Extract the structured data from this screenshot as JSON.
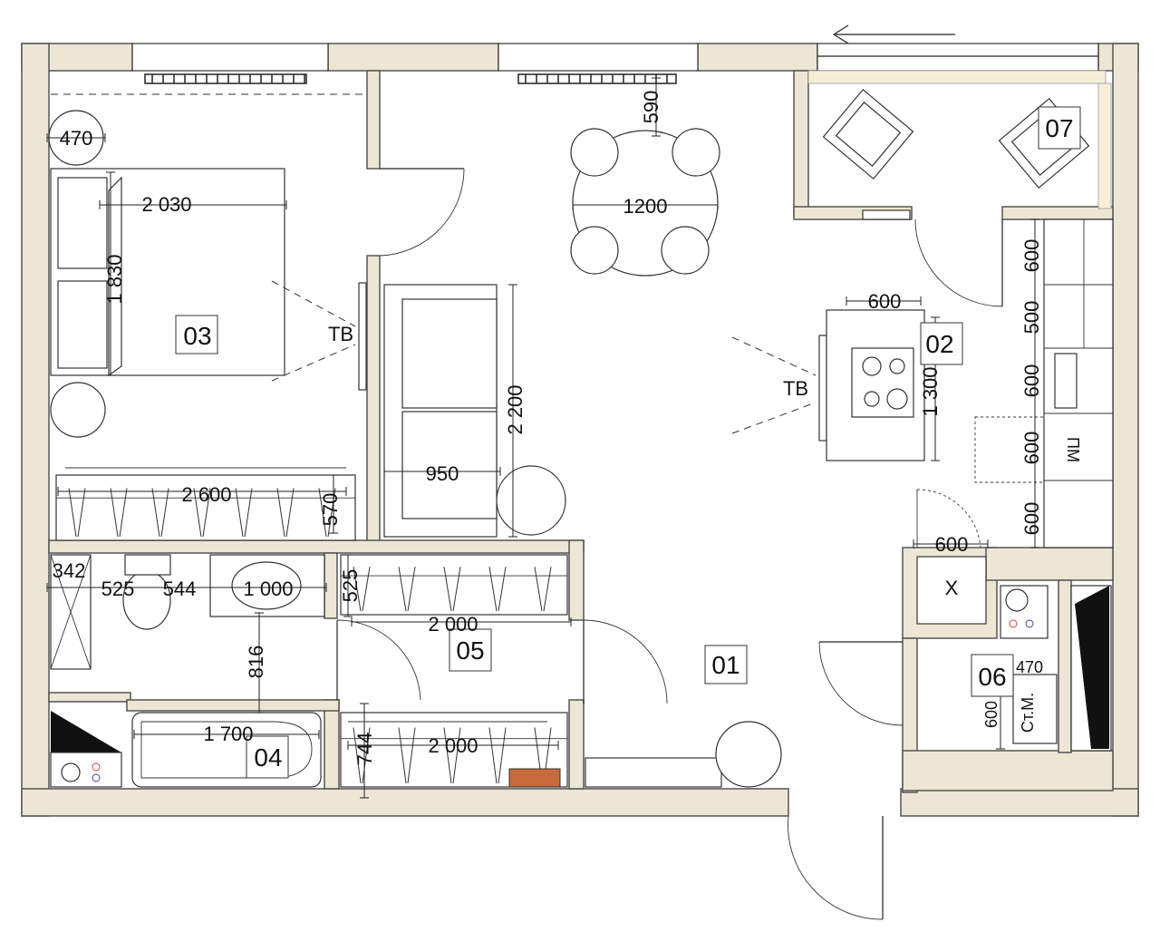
{
  "rooms": [
    {
      "id": "01"
    },
    {
      "id": "02"
    },
    {
      "id": "03"
    },
    {
      "id": "04"
    },
    {
      "id": "05"
    },
    {
      "id": "06"
    },
    {
      "id": "07"
    }
  ],
  "labels": {
    "tv_bedroom": "ТВ",
    "tv_living": "ТВ",
    "dishwasher": "ПМ",
    "washing_machine": "Ст.М.",
    "hood": "X"
  },
  "dimensions": {
    "lamp_bedroom": "470",
    "bed_width": "2 030",
    "bed_length": "1 830",
    "wardrobe_bedroom_length": "2 600",
    "wardrobe_bedroom_depth": "570",
    "sofa_length": "2 200",
    "sofa_depth": "950",
    "table_diameter": "1200",
    "table_to_window": "590",
    "island_width": "600",
    "island_length": "1 300",
    "kitchen_600_a": "600",
    "kitchen_500": "500",
    "kitchen_600_b": "600",
    "kitchen_600_c": "600",
    "kitchen_600_d": "600",
    "fridge_width": "600",
    "bath_342": "342",
    "bath_525": "525",
    "bath_544": "544",
    "sink_1000": "1 000",
    "bath_816": "816",
    "bathtub_1700": "1 700",
    "wardrobe_hall_depth": "525",
    "wardrobe_hall_length": "2 000",
    "wardrobe_hall2_length": "2 000",
    "wardrobe_hall2_depth": "744",
    "laundry_470": "470",
    "laundry_600": "600"
  }
}
